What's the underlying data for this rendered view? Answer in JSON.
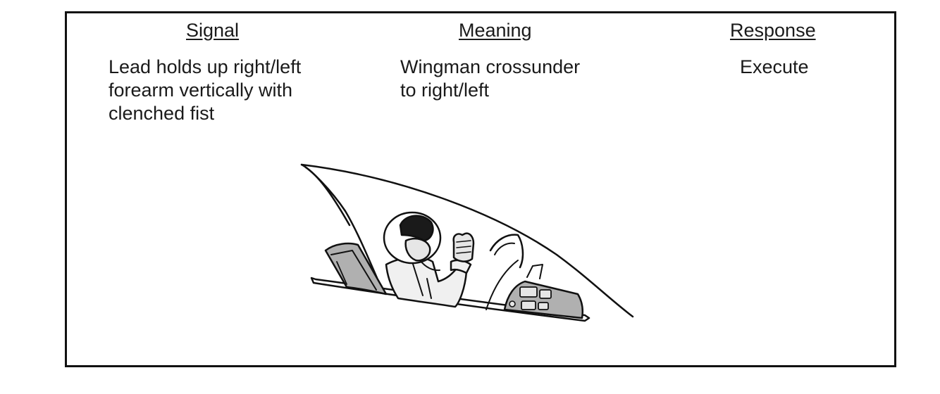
{
  "table": {
    "headers": {
      "signal": "Signal",
      "meaning": "Meaning",
      "response": "Response"
    },
    "row": {
      "signal": "Lead holds up right/left\nforearm vertically with\nclenched fist",
      "meaning": "Wingman crossunder\nto right/left",
      "response": "Execute"
    }
  },
  "illustration": {
    "icon": "pilot-in-cockpit-raised-fist-icon"
  },
  "colors": {
    "line": "#111111",
    "fill_light": "#e6e6e6",
    "fill_mid": "#b0b0b0",
    "fill_dark": "#1a1a1a"
  }
}
